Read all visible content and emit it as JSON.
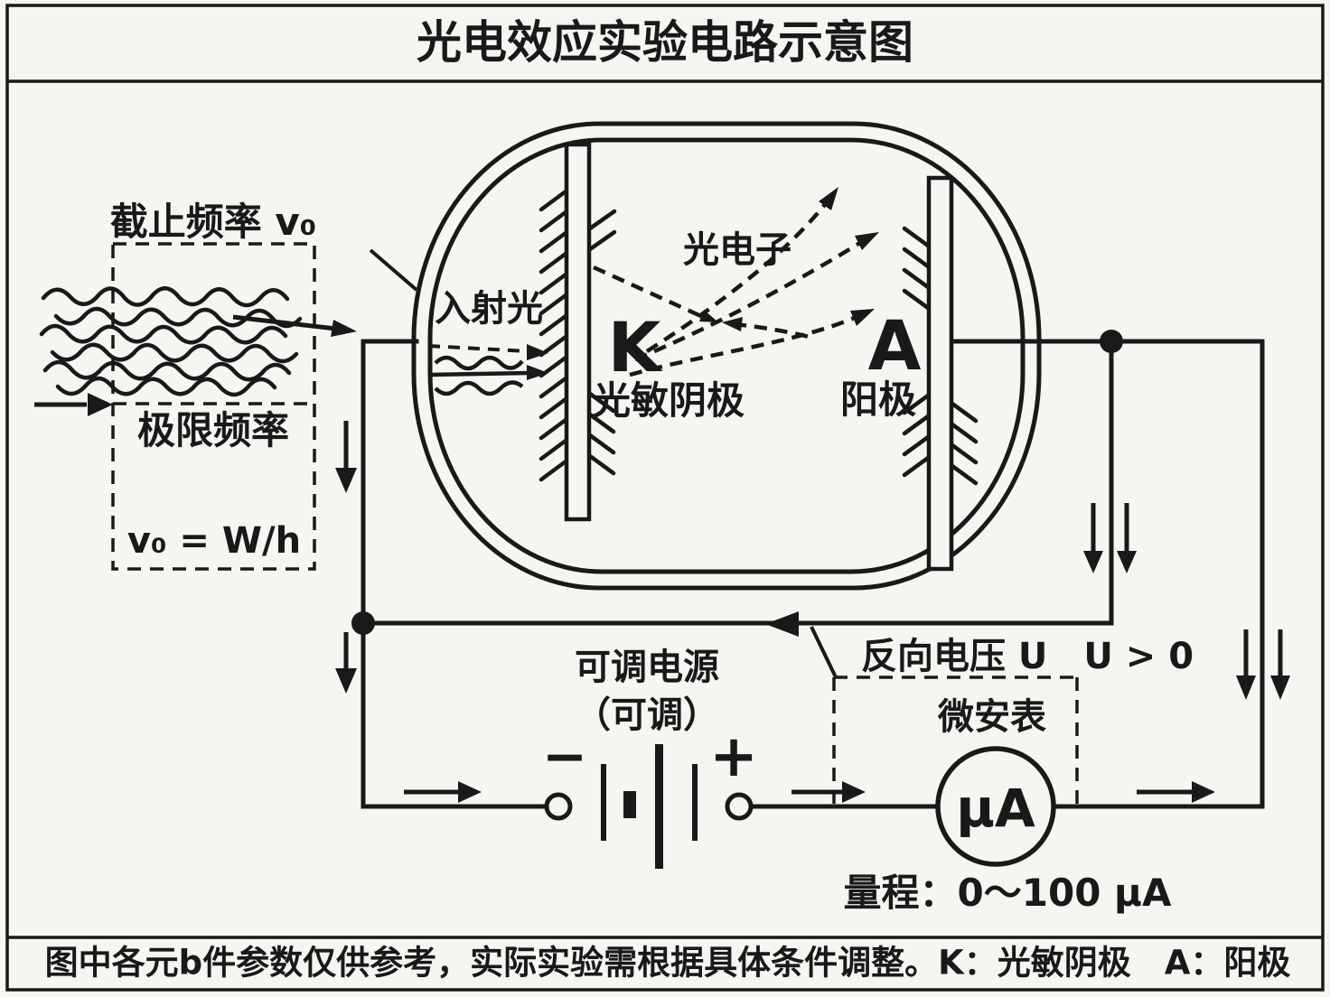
{
  "title": "光电效应实验电路示意图",
  "footer": "图中各元b件参数仅供参考，实际实验需根据具体条件调整。K：光敏阴极　A：阳极",
  "frequency_box": {
    "cutoff_label": "截止频率 v₀",
    "limit_label": "极限频率",
    "formula": "v₀ = W/h"
  },
  "tube": {
    "incident_light": "入射光",
    "photoelectron": "光电子",
    "cathode_letter": "K",
    "cathode_name": "光敏阴极",
    "anode_letter": "A",
    "anode_name": "阳极"
  },
  "power_supply": {
    "name": "可调电源",
    "note": "（可调）",
    "minus": "−",
    "plus": "+"
  },
  "meter": {
    "reverse_voltage": "反向电压 U　U > 0",
    "name": "微安表",
    "symbol": "μA",
    "range": "量程：0～100 μA"
  },
  "colors": {
    "ink": "#191919",
    "background": "#f7f5f2"
  }
}
